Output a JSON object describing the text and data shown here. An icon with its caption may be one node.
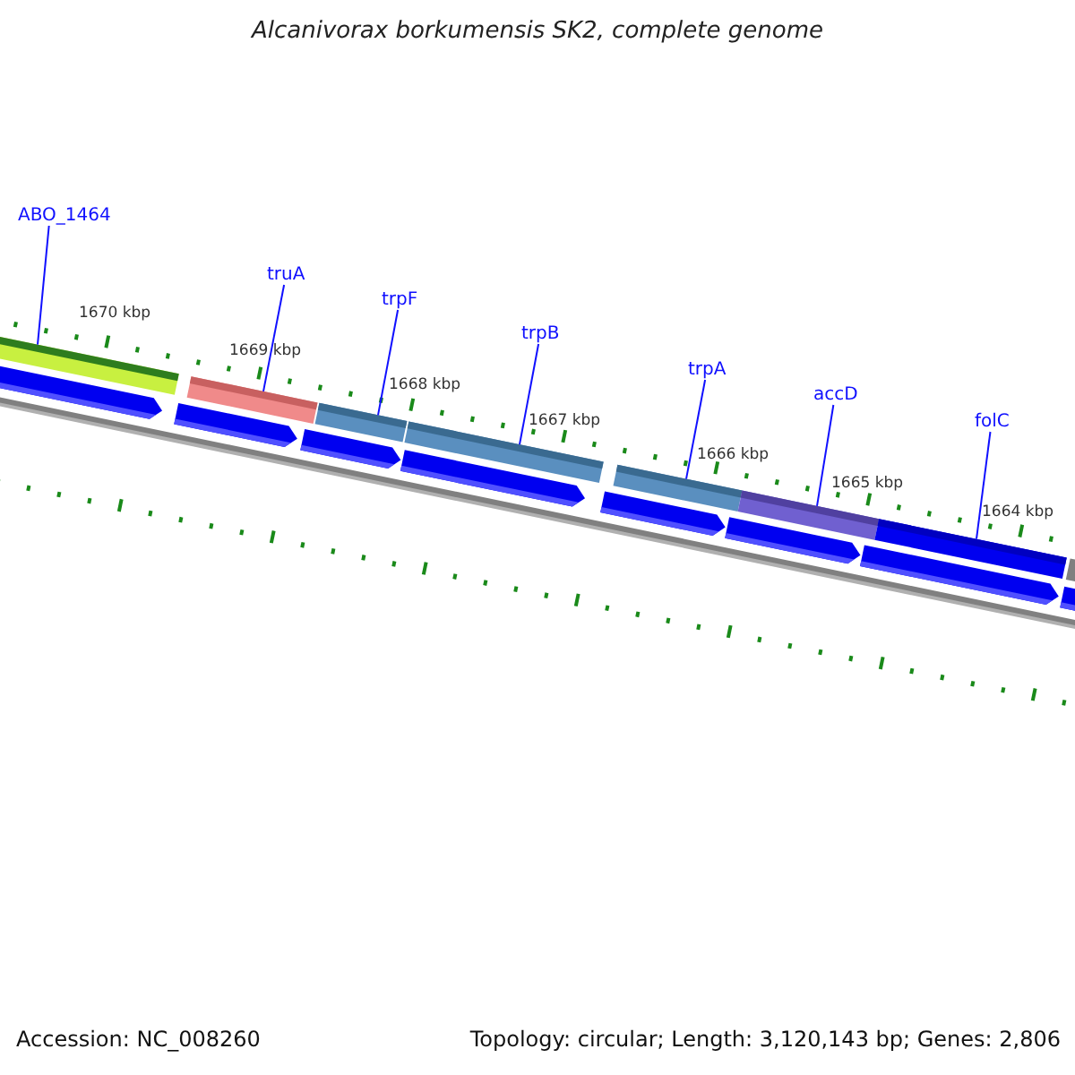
{
  "diagram": {
    "title": "Alcanivorax borkumensis SK2, complete genome",
    "nodes": [
      {
        "text": [
          "ABO_1464"
        ]
      },
      {
        "text": [
          "truA"
        ]
      },
      {
        "text": [
          "trpF"
        ]
      },
      {
        "text": [
          "trpB"
        ]
      },
      {
        "text": [
          "trpA"
        ]
      },
      {
        "text": [
          "accD"
        ]
      },
      {
        "text": [
          "folC"
        ]
      },
      {
        "text": [],
        "shape": "bar"
      },
      {
        "text": [],
        "shape": "bar"
      },
      {
        "text": [],
        "shape": "bar"
      },
      {
        "text": [],
        "shape": "bar"
      },
      {
        "text": [],
        "shape": "bar"
      },
      {
        "text": [],
        "shape": "bar"
      },
      {
        "text": [],
        "shape": "bar"
      }
    ],
    "edges": [
      {
        "from": 0,
        "to": 7,
        "arrow": "none"
      },
      {
        "from": 1,
        "to": 8,
        "arrow": "none"
      },
      {
        "from": 2,
        "to": 9,
        "arrow": "none"
      },
      {
        "from": 3,
        "to": 10,
        "arrow": "none"
      },
      {
        "from": 4,
        "to": 11,
        "arrow": "none"
      },
      {
        "from": 5,
        "to": 12,
        "arrow": "none"
      },
      {
        "from": 6,
        "to": 13,
        "arrow": "none"
      }
    ],
    "labels": [
      "1670 kbp",
      "1669 kbp",
      "1668 kbp",
      "1667 kbp",
      "1666 kbp",
      "1665 kbp",
      "1664 kbp",
      "Accession: NC_008260",
      "Topology: circular; Length: 3,120,143 bp; Genes: 2,806"
    ]
  }
}
